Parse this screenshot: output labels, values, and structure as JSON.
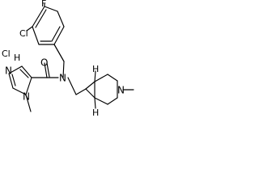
{
  "molecule": {
    "atoms": {
      "fluorine": "F",
      "chlorine": "Cl",
      "salt_cl": "Cl",
      "salt_h": "H",
      "amide_oxygen": "O",
      "amide_nitrogen": "N",
      "imidazole_n_top": "N",
      "imidazole_n_bottom": "N",
      "bicyclic_nitrogen": "N",
      "bicyclic_h_top": "H",
      "bicyclic_h_bottom": "H"
    }
  }
}
